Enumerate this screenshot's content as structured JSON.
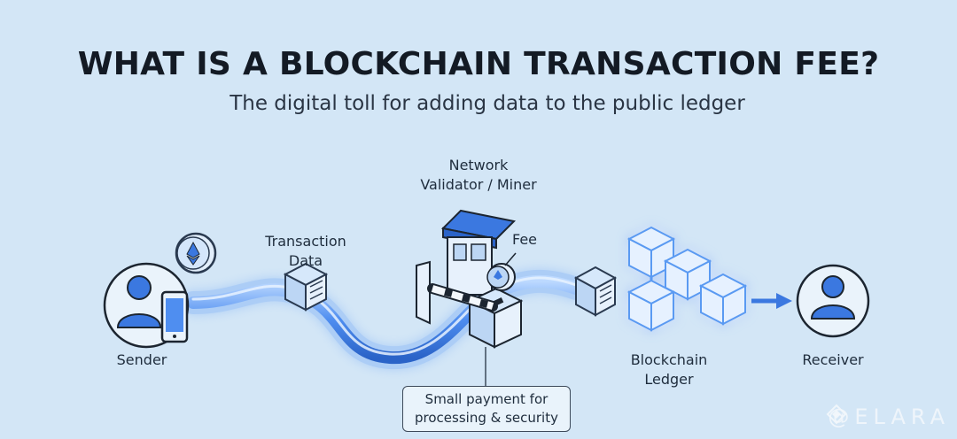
{
  "header": {
    "title": "WHAT IS A BLOCKCHAIN TRANSACTION FEE?",
    "subtitle": "The digital toll for adding data to the public ledger"
  },
  "nodes": {
    "sender": "Sender",
    "transaction_data_line1": "Transaction",
    "transaction_data_line2": "Data",
    "validator_line1": "Network",
    "validator_line2": "Validator / Miner",
    "fee": "Fee",
    "ledger_line1": "Blockchain",
    "ledger_line2": "Ledger",
    "receiver": "Receiver"
  },
  "callout": {
    "line1": "Small payment for",
    "line2": "processing & security"
  },
  "watermark": "@ELARA",
  "colors": {
    "background": "#d3e6f6",
    "glow": "#4f8ef0",
    "accent": "#3b78e0"
  },
  "icons": [
    "ethereum-coin-icon",
    "user-icon",
    "smartphone-icon",
    "data-cube-icon",
    "toll-booth-icon",
    "coin-icon",
    "blockchain-cubes-icon",
    "arrow-right-icon"
  ]
}
